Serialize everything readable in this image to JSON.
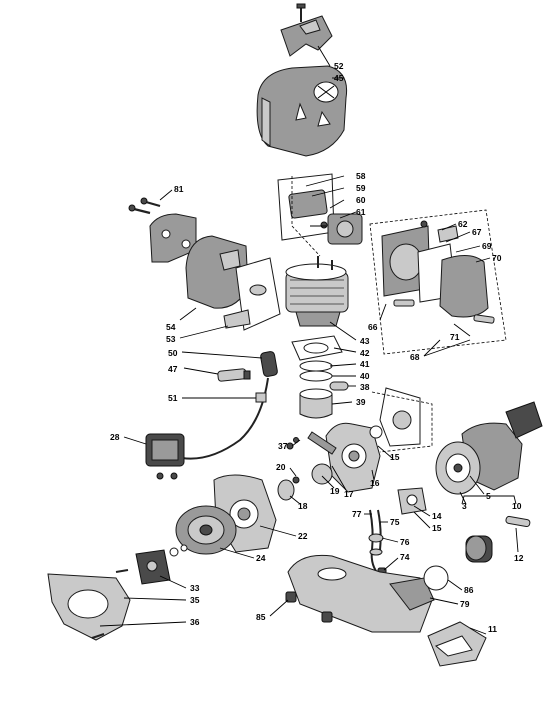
{
  "callouts": {
    "c1": "52",
    "c2": "45",
    "c3": "81",
    "c4": "58",
    "c5": "59",
    "c6": "60",
    "c7": "61",
    "c8": "62",
    "c9": "67",
    "c10": "69",
    "c11": "70",
    "c12": "54",
    "c13": "53",
    "c14": "66",
    "c15": "71",
    "c16": "68",
    "c17": "43",
    "c18": "42",
    "c19": "50",
    "c20": "41",
    "c21": "47",
    "c22": "40",
    "c23": "38",
    "c24": "51",
    "c25": "39",
    "c26": "28",
    "c27": "37",
    "c28": "15",
    "c29": "20",
    "c30": "17",
    "c31": "19",
    "c32": "16",
    "c33": "18",
    "c34": "5",
    "c35": "10",
    "c36": "3",
    "c37": "14",
    "c38": "15",
    "c39": "22",
    "c40": "24",
    "c41": "77",
    "c42": "75",
    "c43": "76",
    "c44": "12",
    "c45": "74",
    "c46": "33",
    "c47": "35",
    "c48": "36",
    "c49": "86",
    "c50": "79",
    "c51": "85",
    "c52": "11"
  }
}
